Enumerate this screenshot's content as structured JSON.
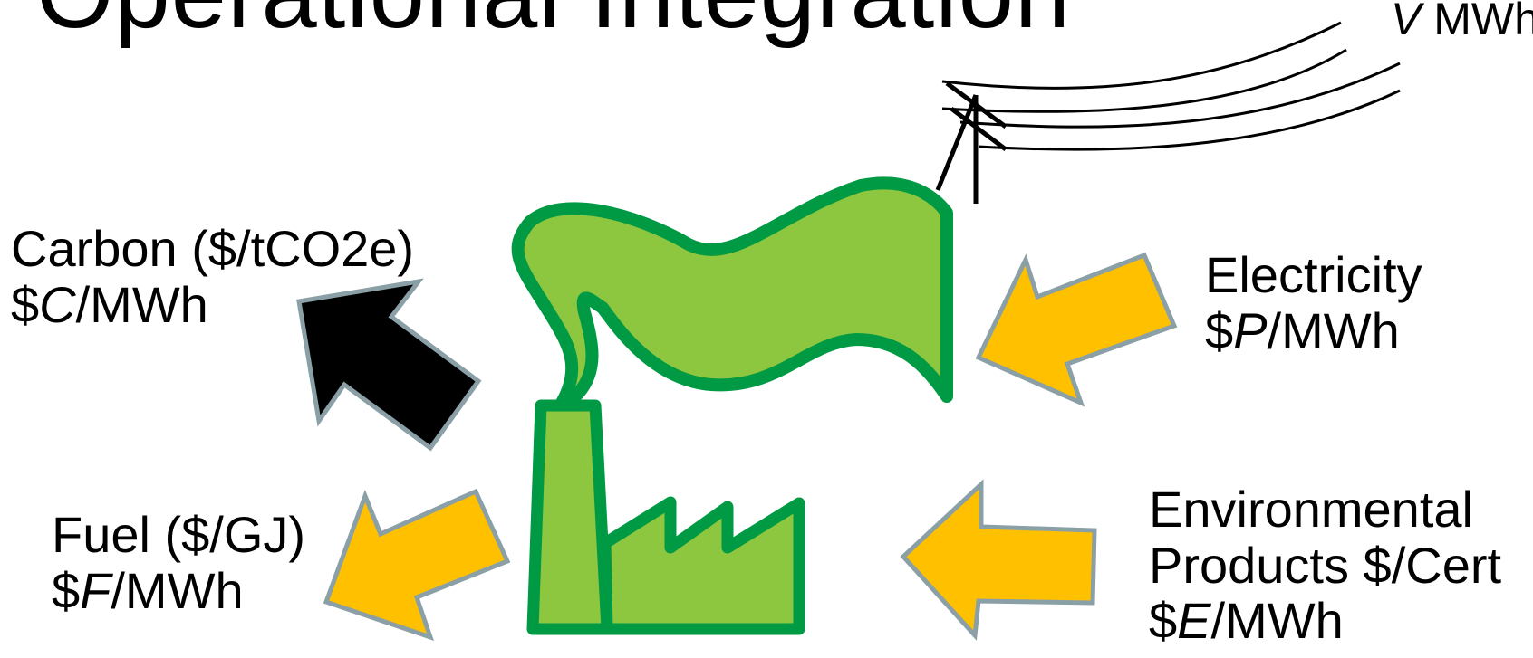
{
  "title": {
    "visible_fragment": "Operational Integration"
  },
  "grid_line": {
    "letter": "V",
    "unit": "MWh"
  },
  "carbon": {
    "line1": "Carbon ($/tCO2e)",
    "prefix": "$",
    "var": "C",
    "suffix": "/MWh"
  },
  "fuel": {
    "line1": "Fuel ($/GJ)",
    "prefix": "$",
    "var": "F",
    "suffix": "/MWh"
  },
  "electricity": {
    "line1": "Electricity",
    "prefix": "$",
    "var": "P",
    "suffix": "/MWh"
  },
  "environmental": {
    "line1": "Environmental",
    "line2": "Products $/Cert",
    "prefix": "$",
    "var": "E",
    "suffix": "/MWh"
  },
  "colors": {
    "factory_fill": "#8dc63f",
    "factory_stroke": "#009a44",
    "arrow_orange": "#ffc000",
    "arrow_black": "#000000",
    "arrow_outline": "#8aa0a6"
  }
}
